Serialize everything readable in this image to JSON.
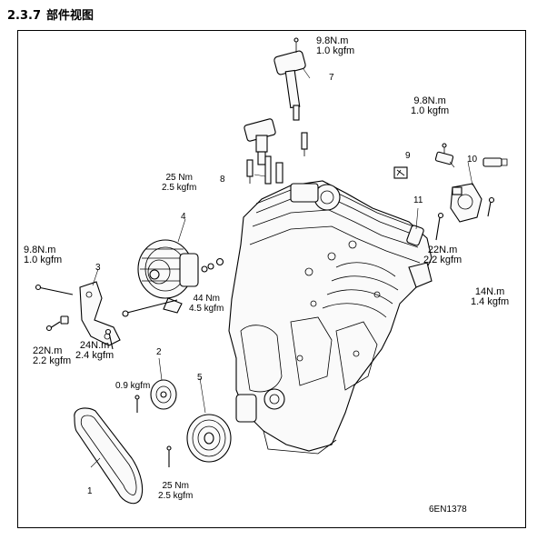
{
  "heading": {
    "number": "2.3.7",
    "title": "部件视图"
  },
  "figure_code": "6EN1378",
  "callouts": [
    {
      "id": "c1",
      "text": "1"
    },
    {
      "id": "c2",
      "text": "2"
    },
    {
      "id": "c3",
      "text": "3"
    },
    {
      "id": "c4",
      "text": "4"
    },
    {
      "id": "c5",
      "text": "5"
    },
    {
      "id": "c7",
      "text": "7"
    },
    {
      "id": "c8",
      "text": "8"
    },
    {
      "id": "c9",
      "text": "9"
    },
    {
      "id": "c10",
      "text": "10"
    },
    {
      "id": "c11",
      "text": "11"
    }
  ],
  "torques": {
    "t_coil_top": {
      "nm": "9.8N.m",
      "kgfm": "1.0 kgfm"
    },
    "t_sensor": {
      "nm": "9.8N.m",
      "kgfm": "1.0 kgfm"
    },
    "t_plug": {
      "nm": "25 Nm",
      "kgfm": "2.5 kgfm"
    },
    "t_bracket": {
      "nm": "9.8N.m",
      "kgfm": "1.0 kgfm"
    },
    "t_alt": {
      "nm": "44 Nm",
      "kgfm": "4.5 kgfm"
    },
    "t_thermo": {
      "nm": "22N.m",
      "kgfm": "2.2 kgfm"
    },
    "t_housing": {
      "nm": "14N.m",
      "kgfm": "1.4 kgfm"
    },
    "t_bolt_left": {
      "nm": "22N.m",
      "kgfm": "2.2 kgfm"
    },
    "t_bolt_mid": {
      "nm": "24N.m",
      "kgfm": "2.4 kgfm"
    },
    "t_pulley": {
      "nm": "0.9 kgfm"
    },
    "t_crank": {
      "nm": "25 Nm",
      "kgfm": "2.5 kgfm"
    }
  }
}
